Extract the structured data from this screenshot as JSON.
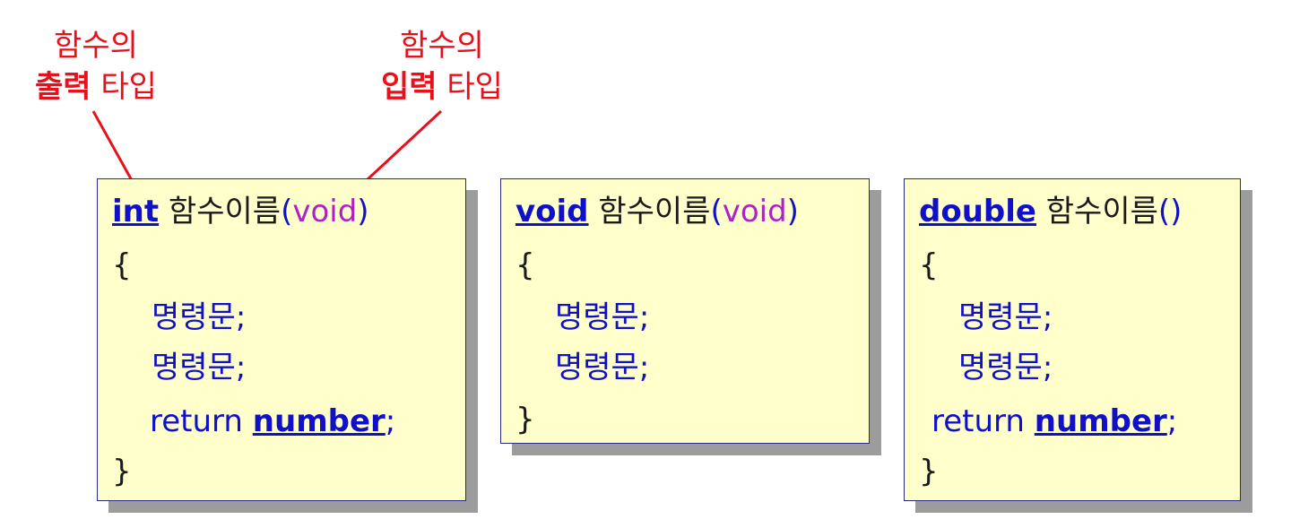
{
  "annotations": {
    "output": {
      "line1": "함수의",
      "strong": "출력",
      "rest": " 타입"
    },
    "input": {
      "line1": "함수의",
      "strong": "입력",
      "rest": " 타입"
    }
  },
  "colors": {
    "annotation": "#e8101a",
    "box_fill": "#ffffcc",
    "box_border": "#2a2a80",
    "keyword": "#1010c8",
    "param": "#b020c8"
  },
  "boxes": [
    {
      "return_type": "int",
      "func_name": " 함수이름",
      "open_paren": "(",
      "param": "void",
      "close_paren": ")",
      "open_brace": "{",
      "stmt1": "명령문;",
      "stmt2": "명령문;",
      "return_kw": "return ",
      "return_val": "number",
      "semicolon": ";",
      "close_brace": "}"
    },
    {
      "return_type": "void",
      "func_name": " 함수이름",
      "open_paren": "(",
      "param": "void",
      "close_paren": ")",
      "open_brace": "{",
      "stmt1": "명령문;",
      "stmt2": "명령문;",
      "close_brace": "}"
    },
    {
      "return_type": "double",
      "func_name": " 함수이름",
      "parens": "()",
      "open_brace": "{",
      "stmt1": "명령문;",
      "stmt2": "명령문;",
      "return_kw": "return ",
      "return_val": "number",
      "semicolon": ";",
      "close_brace": "}"
    }
  ]
}
